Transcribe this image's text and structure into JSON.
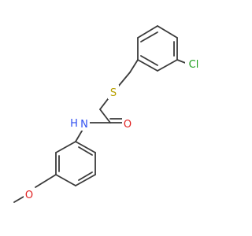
{
  "molecule": {
    "atoms": [
      {
        "id": "Cl"
      },
      {
        "id": "S",
        "label": "S",
        "color": "#b8a000"
      },
      {
        "id": "O1",
        "label": "O",
        "color": "#e02020"
      },
      {
        "id": "N",
        "label": "N",
        "color": "#3050f0"
      },
      {
        "id": "H",
        "label": "H",
        "color": "#3050f0"
      },
      {
        "id": "O2",
        "label": "O",
        "color": "#e02020"
      }
    ],
    "labels": {
      "chlorine": "Cl",
      "sulfur": "S",
      "carbonyl_oxygen": "O",
      "nitrogen": "N",
      "hydrogen": "H",
      "methoxy_oxygen": "O"
    },
    "colors": {
      "bond": "#3a3a3a",
      "chlorine": "#20a020",
      "sulfur": "#b8a000",
      "oxygen": "#e02020",
      "nitrogen": "#3050f0"
    }
  }
}
